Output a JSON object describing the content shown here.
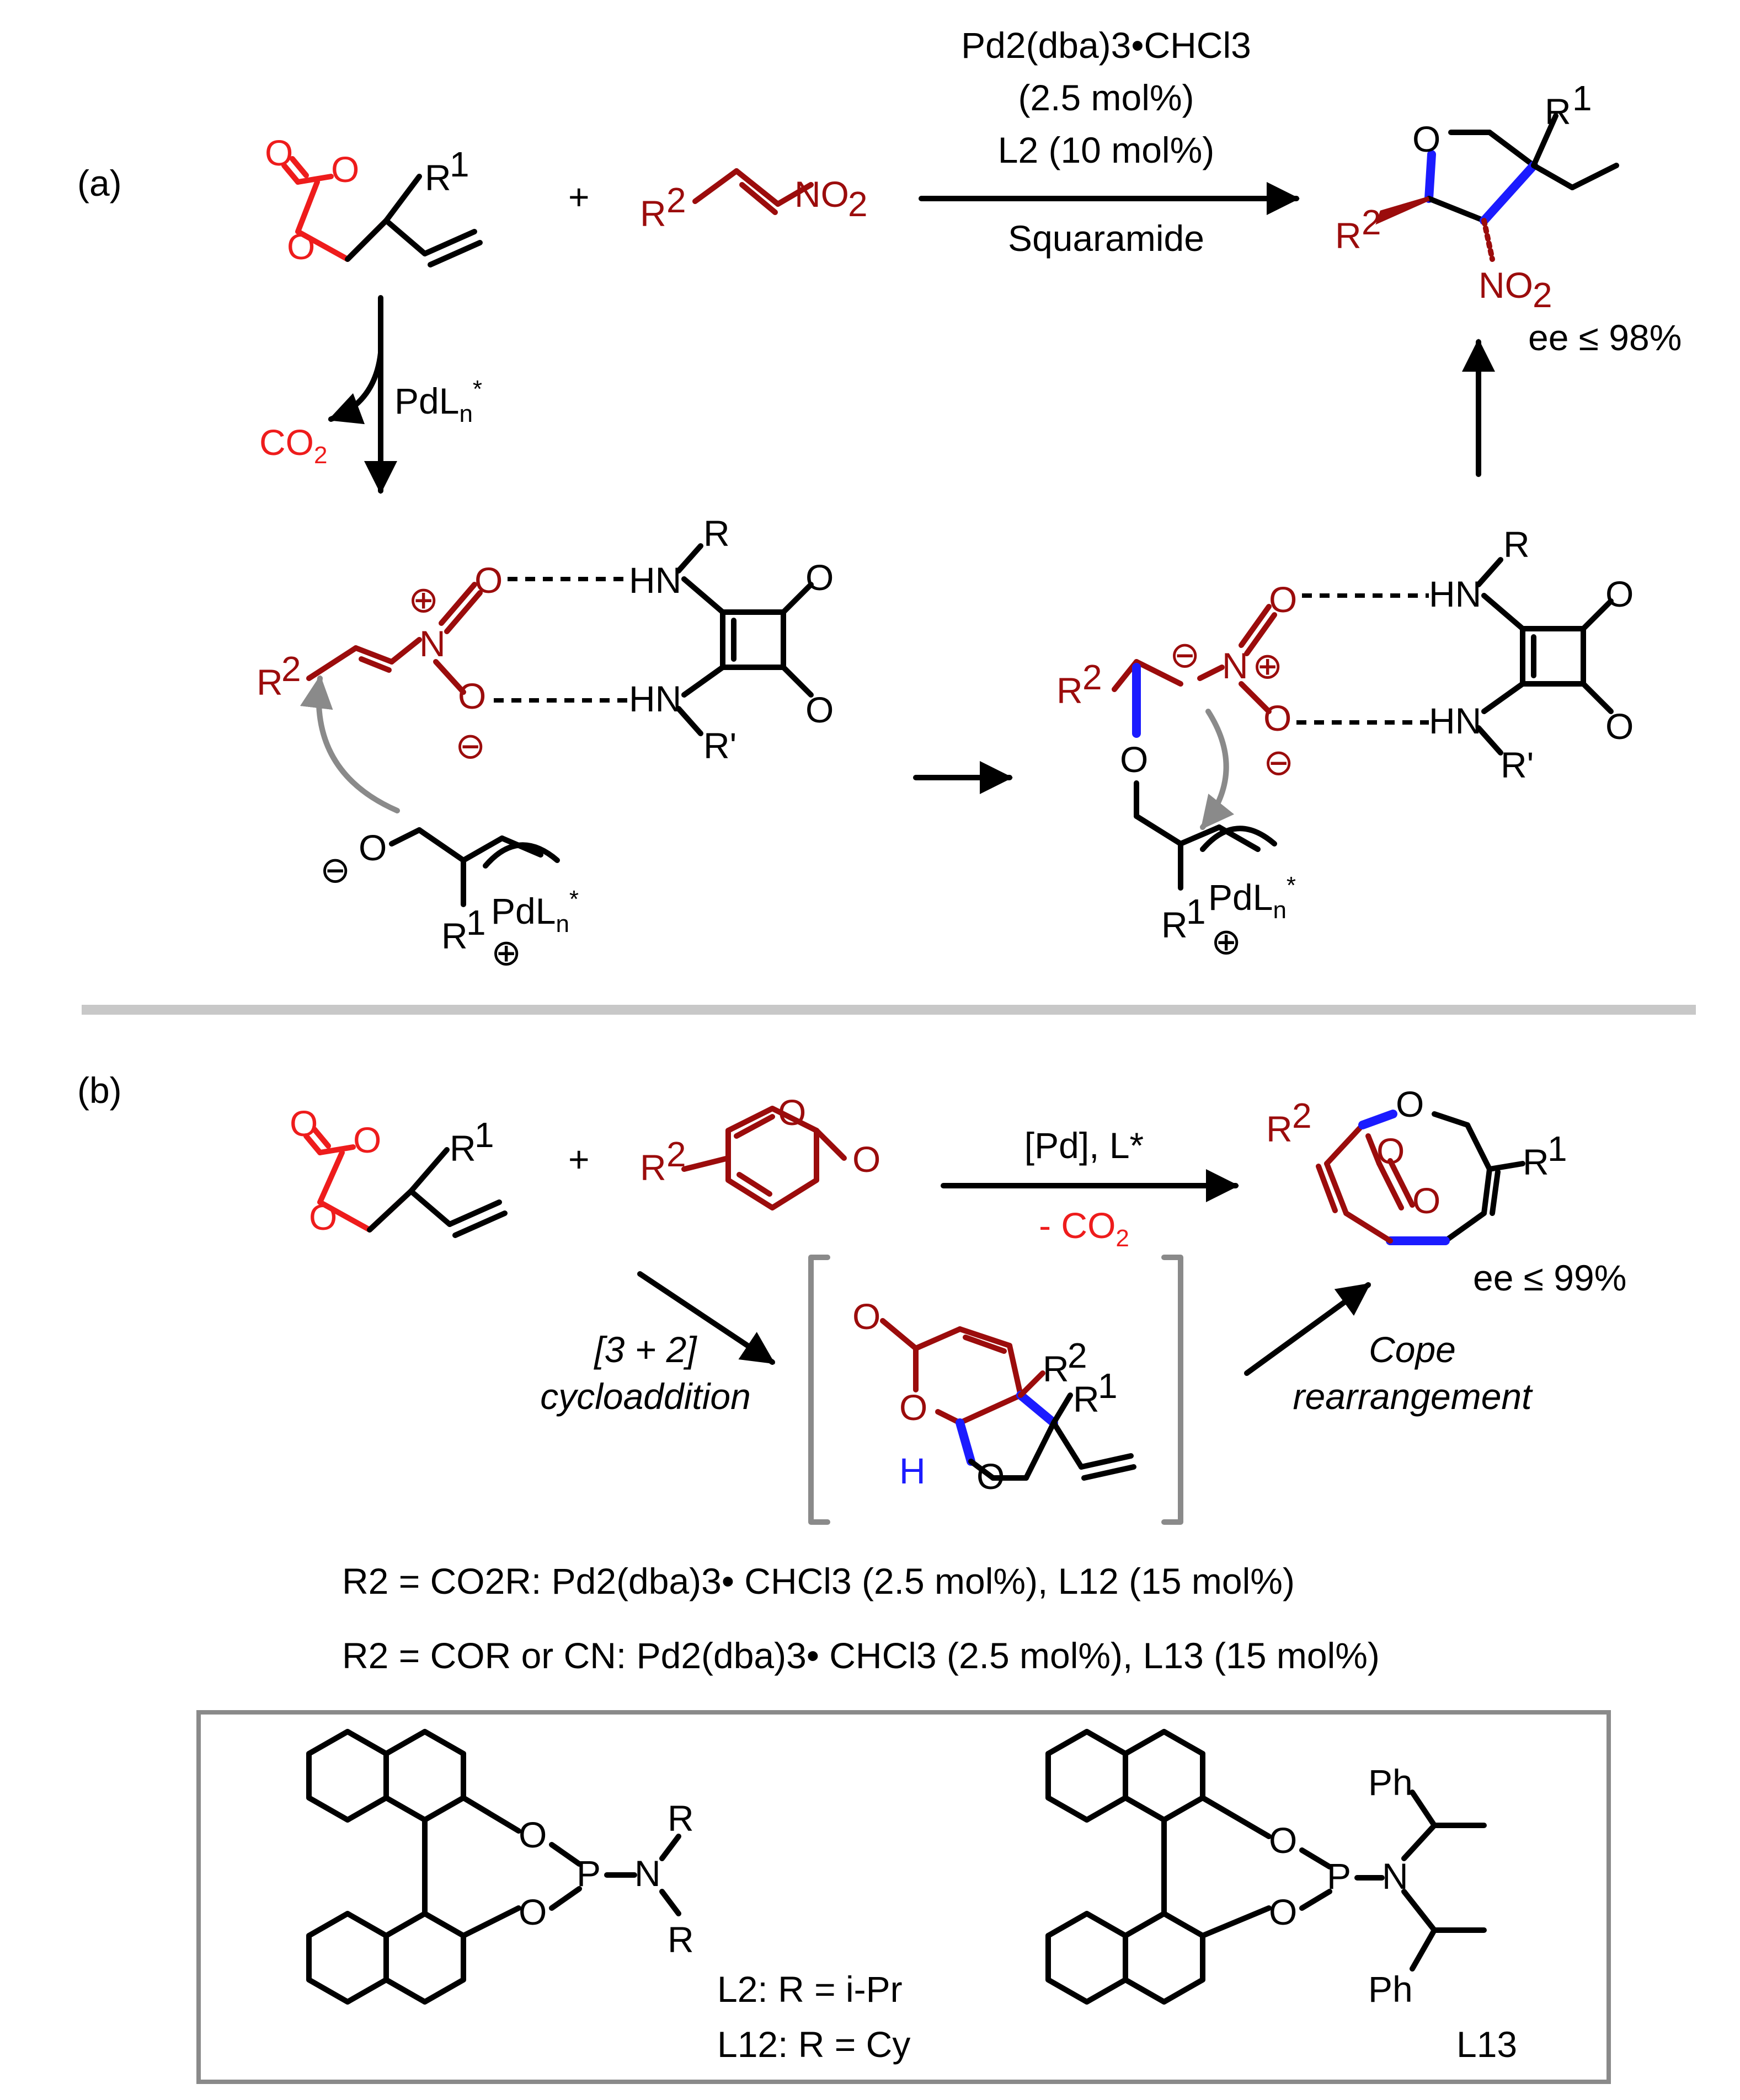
{
  "panel_a": {
    "label": "(a)",
    "reagents": {
      "catalyst": "Pd2(dba)3•CHCl3",
      "loading": "(2.5 mol%)",
      "ligand": "L2 (10 mol%)",
      "additive": "Squaramide"
    },
    "ee": "ee ≤ 98%",
    "co2": "CO2",
    "pd_label": "PdLn*"
  },
  "panel_b": {
    "label": "(b)",
    "reagents": {
      "top": "[Pd], L*",
      "bottom": "- CO2"
    },
    "ee": "ee ≤ 99%",
    "step1": [
      "[3 + 2]",
      "cycloaddition"
    ],
    "step2": [
      "Cope",
      "rearrangement"
    ],
    "conditions": [
      "R2 = CO2R: Pd2(dba)3• CHCl3 (2.5 mol%),  L12 (15 mol%)",
      "R2 = COR or CN: Pd2(dba)3• CHCl3 (2.5 mol%),   L13 (15 mol%)"
    ]
  },
  "ligands": {
    "l2": "L2: R = i-Pr",
    "l12": "L12: R = Cy",
    "l13": "L13"
  },
  "colors": {
    "carbonate": "#ee1c1c",
    "substrate": "#9b0c0c",
    "new_bond": "#1b1bff",
    "divider": "#c8c8c8",
    "frame": "#8a8a8a"
  }
}
